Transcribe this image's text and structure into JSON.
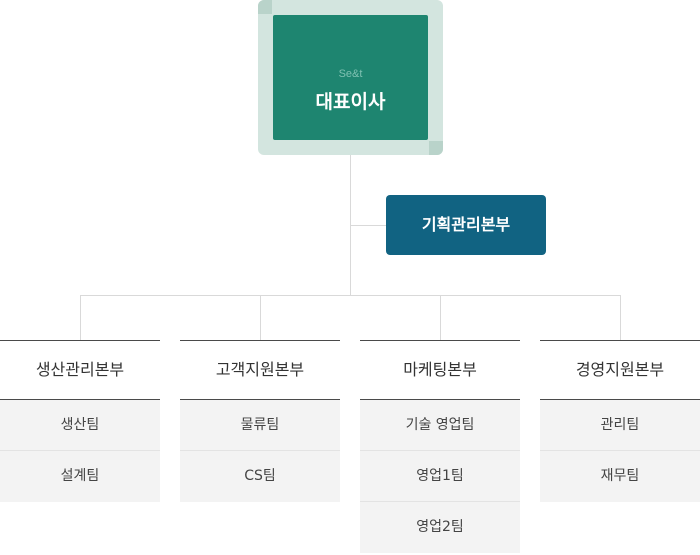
{
  "ceo": {
    "company": "Se&t",
    "title": "대표이사"
  },
  "staff_division": {
    "label": "기획관리본부"
  },
  "divisions": [
    {
      "name": "생산관리본부",
      "teams": [
        "생산팀",
        "설계팀"
      ]
    },
    {
      "name": "고객지원본부",
      "teams": [
        "물류팀",
        "CS팀"
      ]
    },
    {
      "name": "마케팅본부",
      "teams": [
        "기술 영업팀",
        "영업1팀",
        "영업2팀"
      ]
    },
    {
      "name": "경영지원본부",
      "teams": [
        "관리팀",
        "재무팀"
      ]
    }
  ]
}
